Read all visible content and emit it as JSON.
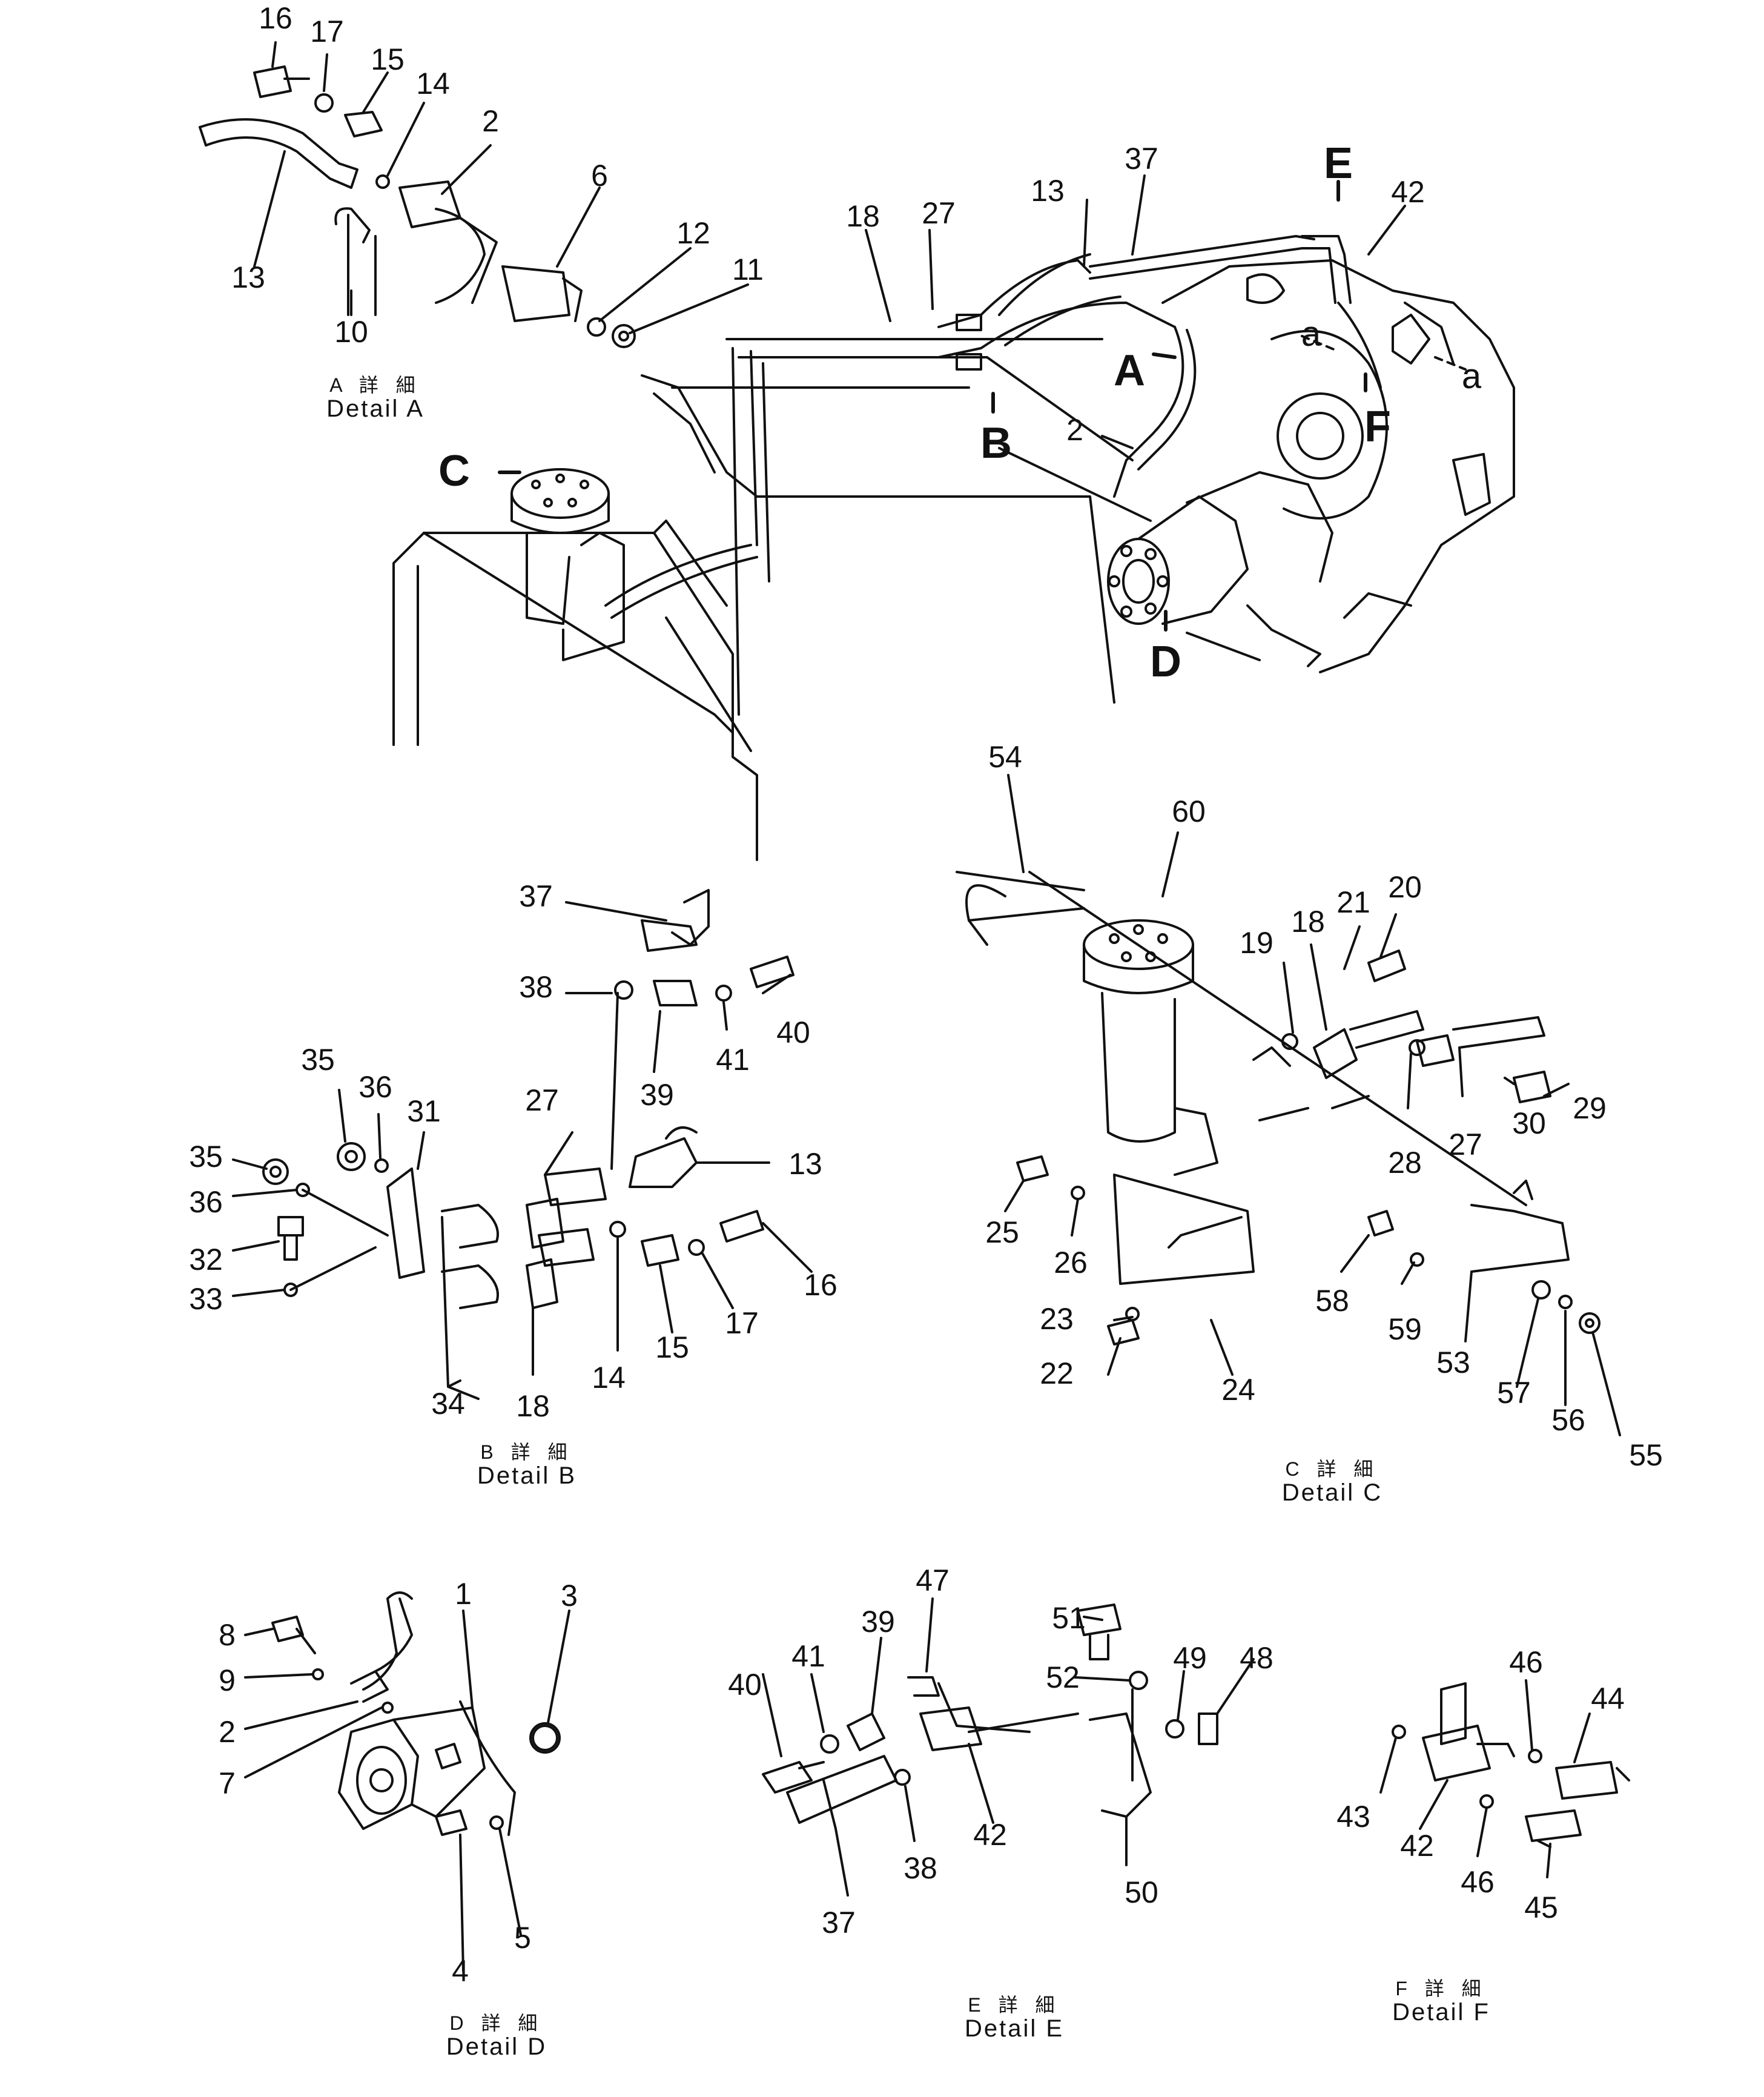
{
  "main_view": {
    "callouts": [
      {
        "id": "13",
        "t": "13"
      },
      {
        "id": "37",
        "t": "37"
      },
      {
        "id": "18",
        "t": "18"
      },
      {
        "id": "27",
        "t": "27"
      },
      {
        "id": "E",
        "t": "E"
      },
      {
        "id": "42",
        "t": "42"
      },
      {
        "id": "A",
        "t": "A"
      },
      {
        "id": "a1",
        "t": "a"
      },
      {
        "id": "a2",
        "t": "a"
      },
      {
        "id": "B",
        "t": "B"
      },
      {
        "id": "F",
        "t": "F"
      },
      {
        "id": "2",
        "t": "2"
      },
      {
        "id": "C",
        "t": "C"
      },
      {
        "id": "D",
        "t": "D"
      }
    ]
  },
  "details": [
    {
      "id": "A",
      "ja": "A 詳 細",
      "en": "Detail  A",
      "labels": [
        "16",
        "17",
        "15",
        "14",
        "2",
        "6",
        "12",
        "11",
        "13",
        "10"
      ]
    },
    {
      "id": "B",
      "ja": "B 詳 細",
      "en": "Detail  B",
      "labels": [
        "37",
        "38",
        "40",
        "41",
        "39",
        "35",
        "36",
        "31",
        "27",
        "13",
        "35",
        "36",
        "32",
        "33",
        "14",
        "15",
        "17",
        "16",
        "34",
        "18"
      ]
    },
    {
      "id": "C",
      "ja": "C 詳 細",
      "en": "Detail  C",
      "labels": [
        "54",
        "60",
        "20",
        "21",
        "18",
        "19",
        "28",
        "27",
        "30",
        "29",
        "25",
        "26",
        "23",
        "22",
        "24",
        "58",
        "59",
        "53",
        "57",
        "56",
        "55"
      ]
    },
    {
      "id": "D",
      "ja": "D 詳 細",
      "en": "Detail  D",
      "labels": [
        "3",
        "8",
        "1",
        "9",
        "2",
        "7",
        "4",
        "5"
      ]
    },
    {
      "id": "E",
      "ja": "E 詳 細",
      "en": "Detail  E",
      "labels": [
        "47",
        "39",
        "51",
        "41",
        "40",
        "52",
        "49",
        "48",
        "42",
        "38",
        "37",
        "50"
      ]
    },
    {
      "id": "F",
      "ja": "F 詳 細",
      "en": "Detail  F",
      "labels": [
        "46",
        "44",
        "43",
        "42",
        "46",
        "45"
      ]
    }
  ]
}
